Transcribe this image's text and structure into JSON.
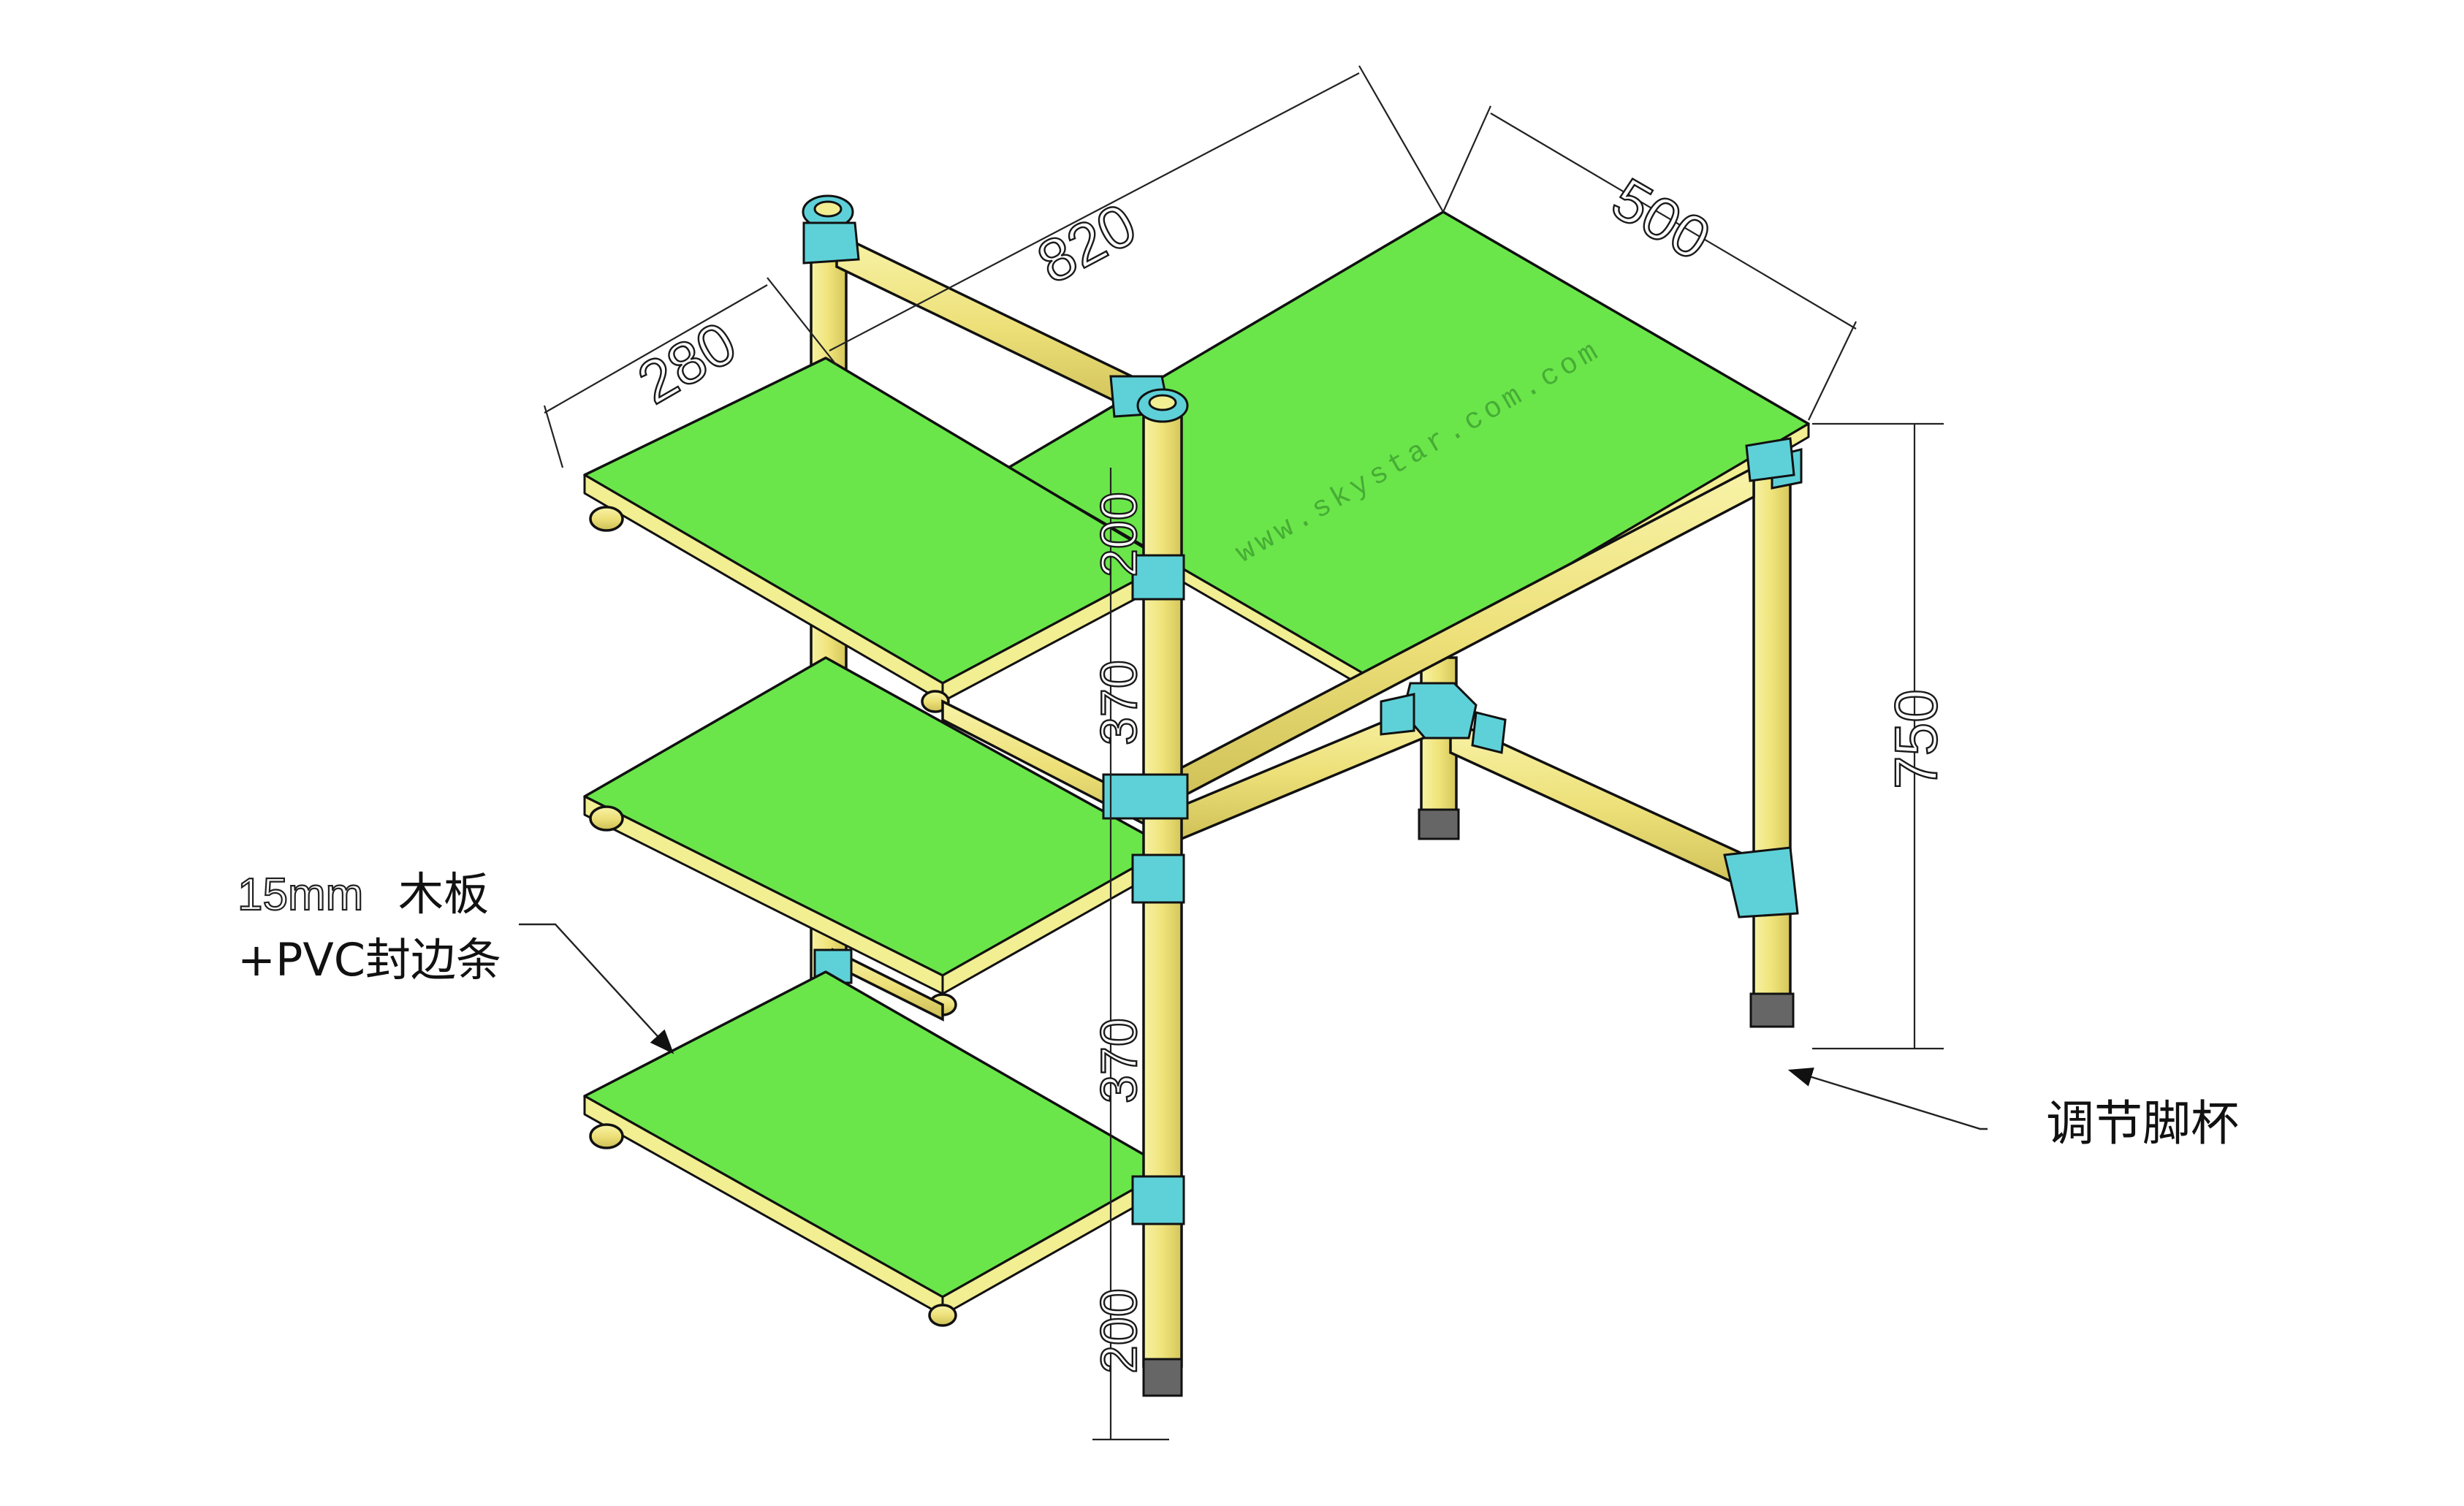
{
  "dimensions": {
    "shelf_depth": "280",
    "total_length": "820",
    "desk_depth": "500",
    "desk_height": "750",
    "gap_top": "200",
    "gap_mid_upper": "370",
    "gap_mid_lower": "370",
    "gap_bottom": "200"
  },
  "watermark": "www.skystar.com.com",
  "callouts": {
    "board_spec_line1_prefix": "15mm",
    "board_spec_line1_suffix": "木板",
    "board_spec_line2": "+PVC封边条",
    "foot_label": "调节脚杯"
  },
  "colors": {
    "board": "#6ae64a",
    "pipe": "#f0e984",
    "joint": "#5ed1d8",
    "foot": "#666666"
  }
}
